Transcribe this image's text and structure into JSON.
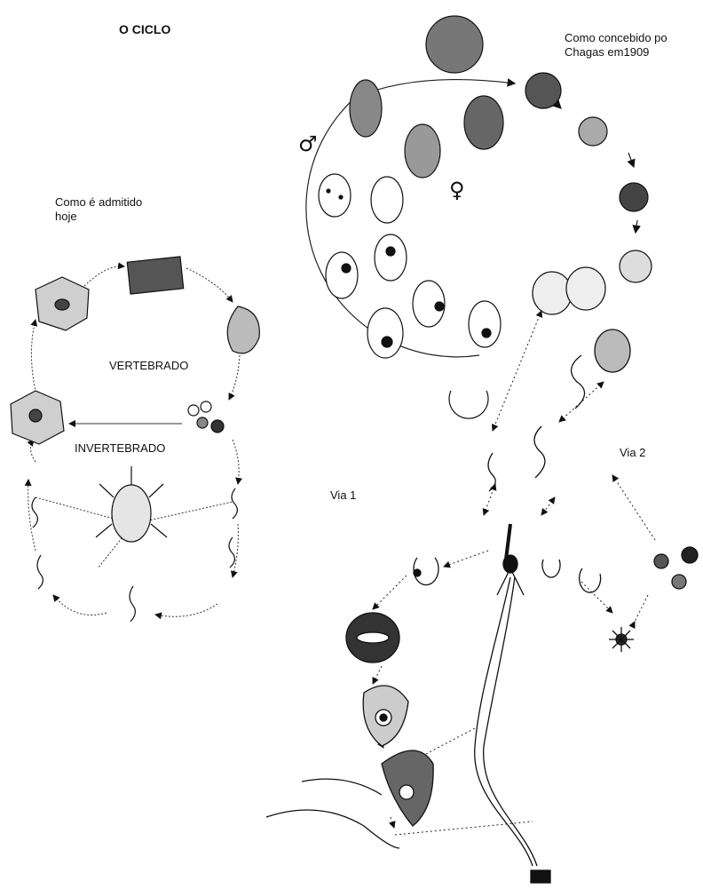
{
  "title": "O CICLO",
  "chagas_note": {
    "line1": "Como concebido po",
    "line2": "Chagas em1909"
  },
  "modern_note": {
    "line1": "Como é admitido",
    "line2": "hoje"
  },
  "labels": {
    "vertebrado": "VERTEBRADO",
    "invertebrado": "INVERTEBRADO",
    "via1": "Via 1",
    "via2": "Via 2"
  },
  "symbols": {
    "male": "♂",
    "female": "♀"
  }
}
